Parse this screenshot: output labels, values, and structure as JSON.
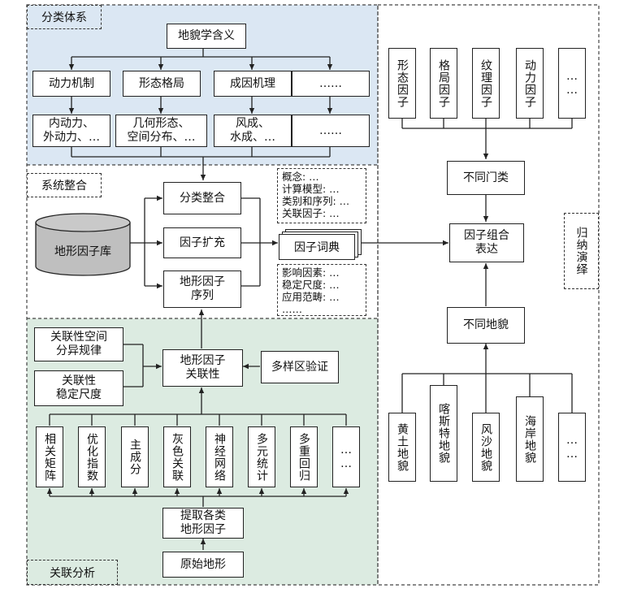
{
  "sections": {
    "classification": "分类体系",
    "integration": "系统整合",
    "association": "关联分析",
    "induction": "归纳演绎"
  },
  "classification": {
    "root": "地貌学含义",
    "categories": [
      "动力机制",
      "形态格局",
      "成因机理",
      "……"
    ],
    "details": [
      "内动力、\n外动力、…",
      "几何形态、\n空间分布、…",
      "风成、\n水成、…",
      "……"
    ]
  },
  "integration": {
    "database": "地形因子库",
    "steps": [
      "分类整合",
      "因子扩充",
      "地形因子\n序列"
    ],
    "dictionary": "因子词典",
    "note_top": "概念: …\n计算模型: …\n类别和序列: …\n关联因子: …",
    "note_bottom": "影响因素: …\n稳定尺度: …\n应用范畴: …\n……"
  },
  "association": {
    "center": "地形因子\n关联性",
    "left_top": "关联性空间\n分异规律",
    "left_bottom": "关联性\n稳定尺度",
    "validation": "多样区验证",
    "methods": [
      "相关矩阵",
      "优化指数",
      "主成分",
      "灰色关联",
      "神经网络",
      "多元统计",
      "多重回归",
      "……"
    ],
    "extract": "提取各类\n地形因子",
    "source": "原始地形"
  },
  "right": {
    "factors": [
      "形态因子",
      "格局因子",
      "纹理因子",
      "动力因子",
      "……"
    ],
    "factor_group": "不同门类",
    "combination": "因子组合\n表达",
    "landform_group": "不同地貌",
    "landforms": [
      "黄土地貌",
      "喀斯特地貌",
      "风沙地貌",
      "海岸地貌",
      "……"
    ]
  },
  "colors": {
    "classification_bg": "#dbe7f3",
    "association_bg": "#dcebe1",
    "database_fill": "#bfbfbf"
  }
}
